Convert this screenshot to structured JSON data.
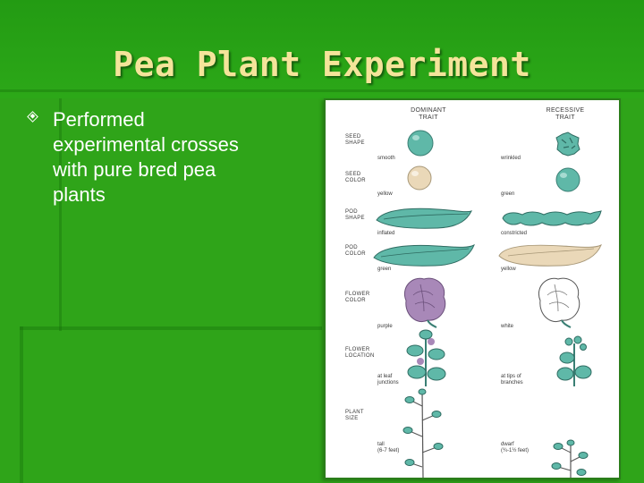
{
  "slide": {
    "title": "Pea Plant Experiment",
    "bullets": [
      "Performed\nexperimental crosses\nwith pure bred pea\nplants"
    ]
  },
  "figure": {
    "dominant_header": "DOMINANT\nTRAIT",
    "recessive_header": "RECESSIVE\nTRAIT",
    "rows": [
      {
        "label": "SEED\nSHAPE",
        "dominant": "smooth",
        "recessive": "wrinkled"
      },
      {
        "label": "SEED\nCOLOR",
        "dominant": "yellow",
        "recessive": "green"
      },
      {
        "label": "POD\nSHAPE",
        "dominant": "inflated",
        "recessive": "constricted"
      },
      {
        "label": "POD\nCOLOR",
        "dominant": "green",
        "recessive": "yellow"
      },
      {
        "label": "FLOWER\nCOLOR",
        "dominant": "purple",
        "recessive": "white"
      },
      {
        "label": "FLOWER\nLOCATION",
        "dominant": "at leaf\njunctions",
        "recessive": "at tips of\nbranches"
      },
      {
        "label": "PLANT\nSIZE",
        "dominant": "tall\n(6-7 feet)",
        "recessive": "dwarf\n(¾-1½ feet)"
      }
    ]
  },
  "colors": {
    "background": "#2fa419",
    "title": "#f4e49a",
    "teal": "#5fb8a8",
    "tan": "#ead8b8",
    "purple": "#a888b8"
  }
}
